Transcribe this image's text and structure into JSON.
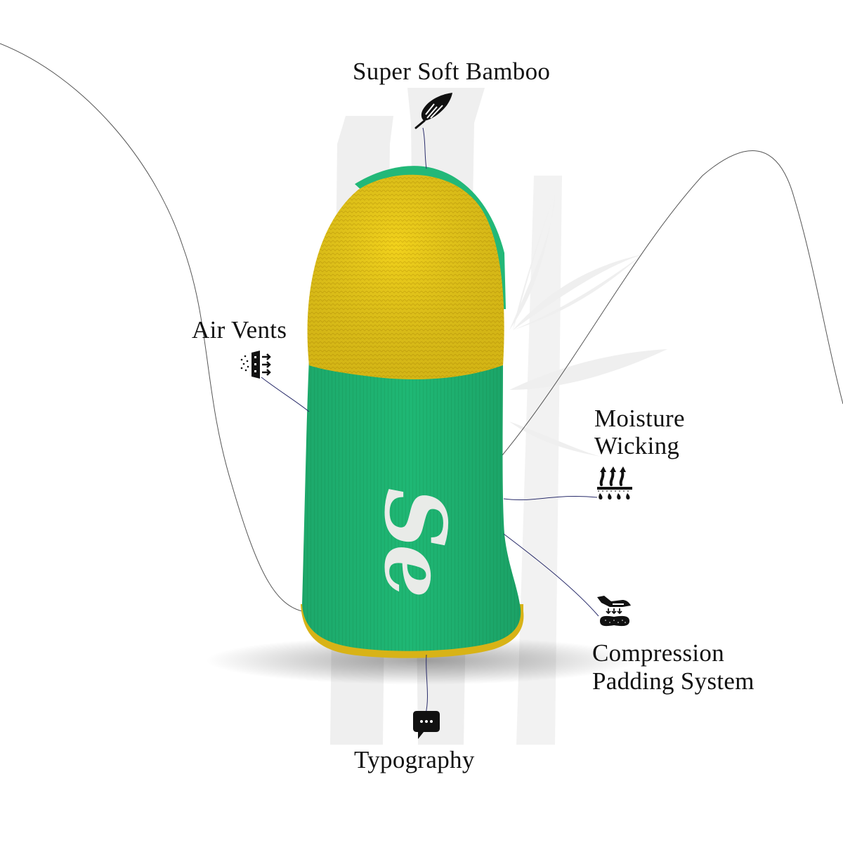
{
  "features": {
    "top": {
      "label": "Super Soft Bamboo",
      "icon": "feather-icon"
    },
    "left": {
      "label": "Air Vents",
      "icon": "air-vent-icon"
    },
    "right_upper": {
      "line1": "Moisture",
      "line2": "Wicking",
      "icon": "moisture-wicking-icon"
    },
    "right_lower": {
      "line1": "Compression",
      "line2": "Padding System",
      "icon": "compression-padding-icon"
    },
    "bottom": {
      "label": "Typography",
      "icon": "speech-bubble-icon"
    }
  },
  "product": {
    "type": "no-show sock",
    "monogram": "Se",
    "colors": {
      "body": "#1fb774",
      "toe": "#f2d21c",
      "lettering": "#e9ebe8",
      "trim": "#d8b317"
    }
  },
  "colors": {
    "background": "#ffffff",
    "watermark": "#efefef",
    "connector": "#2a2d6b",
    "curve": "#555555",
    "text": "#111111"
  }
}
